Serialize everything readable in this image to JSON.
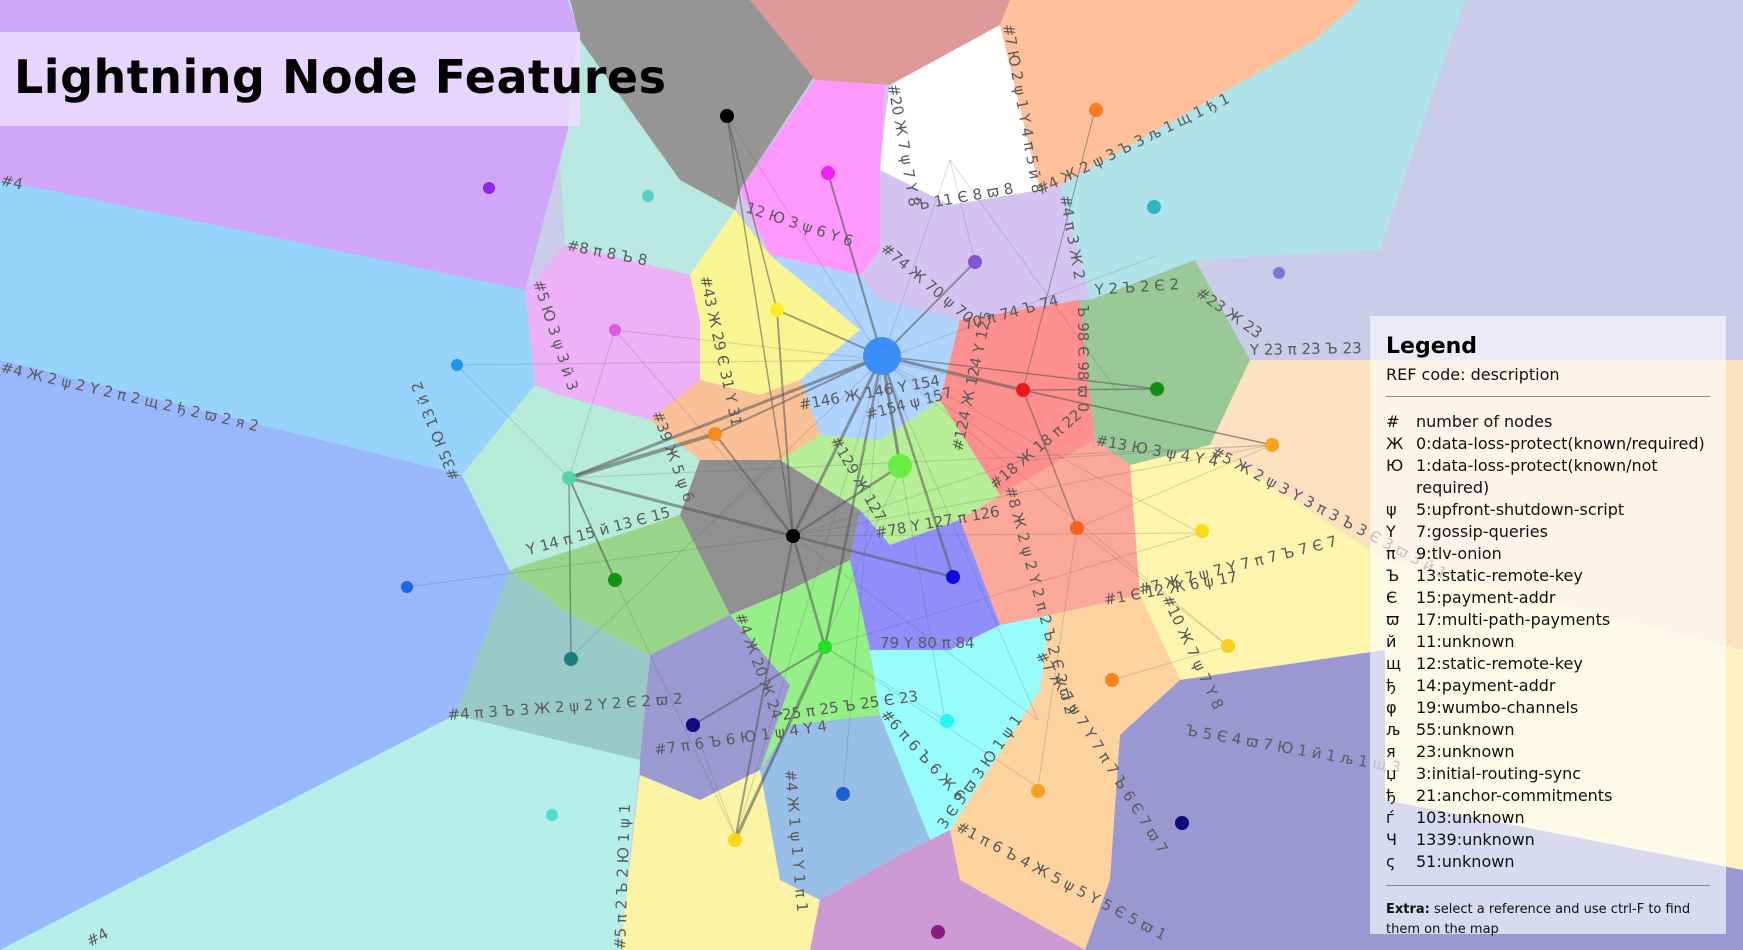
{
  "title": "Lightning Node Features",
  "legend": {
    "title": "Legend",
    "subtitle": "REF code: description",
    "items": [
      {
        "code": "#",
        "desc": "number of nodes"
      },
      {
        "code": "Ж",
        "desc": "0:data-loss-protect(known/required)"
      },
      {
        "code": "Ю",
        "desc": "1:data-loss-protect(known/not required)"
      },
      {
        "code": "ψ",
        "desc": "5:upfront-shutdown-script"
      },
      {
        "code": "Y",
        "desc": "7:gossip-queries"
      },
      {
        "code": "π",
        "desc": "9:tlv-onion"
      },
      {
        "code": "Ъ",
        "desc": "13:static-remote-key"
      },
      {
        "code": "Є",
        "desc": "15:payment-addr"
      },
      {
        "code": "ϖ",
        "desc": "17:multi-path-payments"
      },
      {
        "code": "й",
        "desc": "11:unknown"
      },
      {
        "code": "щ",
        "desc": "12:static-remote-key"
      },
      {
        "code": "ђ",
        "desc": "14:payment-addr"
      },
      {
        "code": "φ",
        "desc": "19:wumbo-channels"
      },
      {
        "code": "љ",
        "desc": "55:unknown"
      },
      {
        "code": "я",
        "desc": "23:unknown"
      },
      {
        "code": "џ",
        "desc": "3:initial-routing-sync"
      },
      {
        "code": "ђ",
        "desc": "21:anchor-commitments"
      },
      {
        "code": "ѓ",
        "desc": "103:unknown"
      },
      {
        "code": "Ч",
        "desc": "1339:unknown"
      },
      {
        "code": "ς",
        "desc": "51:unknown"
      }
    ],
    "extra_bold": "Extra:",
    "extra_text": "select a reference and use ctrl-F to find them on the map"
  },
  "cell_labels": [
    "#4",
    "#4 Ж 2 ψ 2 Y 2 π 2 щ 2 ђ 2 ϖ 2 я 2",
    "#35 Ю 13 й 2",
    "#4 π 3 Ъ 3 Ж 2 ψ 2 Y 2 Є 2 ϖ 2",
    "#4",
    "#5 Ю 3 ψ 3 й 3",
    "#8 π 8 Ъ 8",
    "#43 Ж 29 Є 31 Y 31",
    "#39 Ж 5 ψ 6",
    "12 Ю 3 ψ 6 Y 6",
    "#20 Ж 7 ψ 7 Y 8",
    "Ъ 11 Є 8 ϖ 8",
    "#7 Ю 2 ψ 1 Y 4 π 5 й 8",
    "#4 π 3 Ж 2",
    "#4 Ж 2 ψ 3 Ъ 3 љ 1 щ 1 ђ 1",
    "#74 Ж 70 ψ 70",
    "70 π 74 Ъ 74",
    "Y 2 Ъ 2 Є 2",
    "#23 Ж 23",
    "Y 23 π 23 Ъ 23",
    "#5 Ж 2 ψ 3 Y 3 π 3 Ъ 3 Є 3 ϖ 3 й 1",
    "#13 Ю 3 ψ 4 Y 4",
    "#7 Ж 7 ψ 7 Y 7 π 7 Ъ 7 Є 7",
    "#10 Ж 7 ψ 7 Y 8",
    "Ъ 5 Є 4 ϖ 7 Ю 1 й 1 љ 1 щ 3",
    "#7 Ж 7 ψ 7 Y 7 π 7 Ъ 6 Є 7 ϖ 7",
    "#1 π 6 Ъ 4 Ж 5 ψ 5 Y 5 Є 5 ϖ 1",
    "#6 π 6 Ъ 6 Ж 6",
    "3 Є 3 ϖ 3 Ю 1 ψ 1",
    "79 Y 80 π 84",
    "#4 Ж 1 ψ 1 Y 1 π 1",
    "#5 π 2 Ъ 2 Ю 1 ψ 1",
    "#7 π 6 Ъ 6 Ю 1 ψ 4 Y 4",
    "#4 Ж 20 Ж 24",
    "25 π 25 Ъ 25 Є 23",
    "Y 14 π 15 й 13 Є 15",
    "#124 Ж 124 Y 125",
    "#146 Ж 146 Y 154",
    "#154 ψ 157",
    "#129 Ж 127",
    "#78 Y 127 π 126",
    "#18 Ж 18 π 22",
    "#8 Ж 2 ψ 2 Y 2 π 2 Ъ 2 Є 2 ϖ 2",
    "#1 Є 12 Ж 6 ψ 17",
    "Ъ 98 Є 98 ϖ 0"
  ],
  "colors": {
    "hub_node": "#3a8ef5",
    "hub2_node": "#66ee44",
    "edge": "#555555"
  }
}
